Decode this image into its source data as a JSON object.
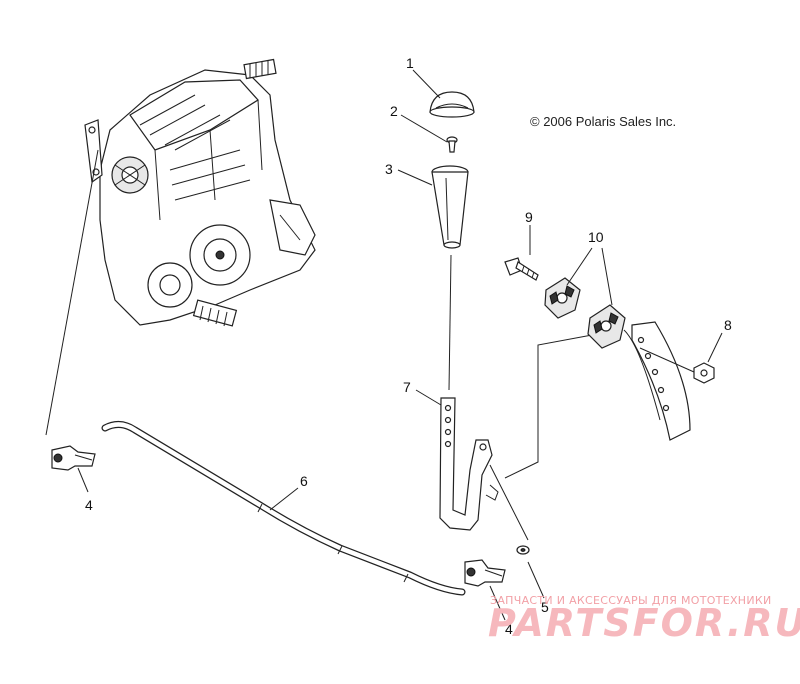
{
  "copyright": "© 2006 Polaris Sales Inc.",
  "watermark": {
    "tagline": "ЗАПЧАСТИ И АКСЕССУАРЫ ДЛЯ МОТОТЕХНИКИ",
    "brand": "PARTSFOR.RU"
  },
  "callouts": [
    {
      "id": "1",
      "label": "1"
    },
    {
      "id": "2",
      "label": "2"
    },
    {
      "id": "3",
      "label": "3"
    },
    {
      "id": "4a",
      "label": "4"
    },
    {
      "id": "4b",
      "label": "4"
    },
    {
      "id": "5",
      "label": "5"
    },
    {
      "id": "6",
      "label": "6"
    },
    {
      "id": "7",
      "label": "7"
    },
    {
      "id": "8",
      "label": "8"
    },
    {
      "id": "9",
      "label": "9"
    },
    {
      "id": "10",
      "label": "10"
    }
  ]
}
